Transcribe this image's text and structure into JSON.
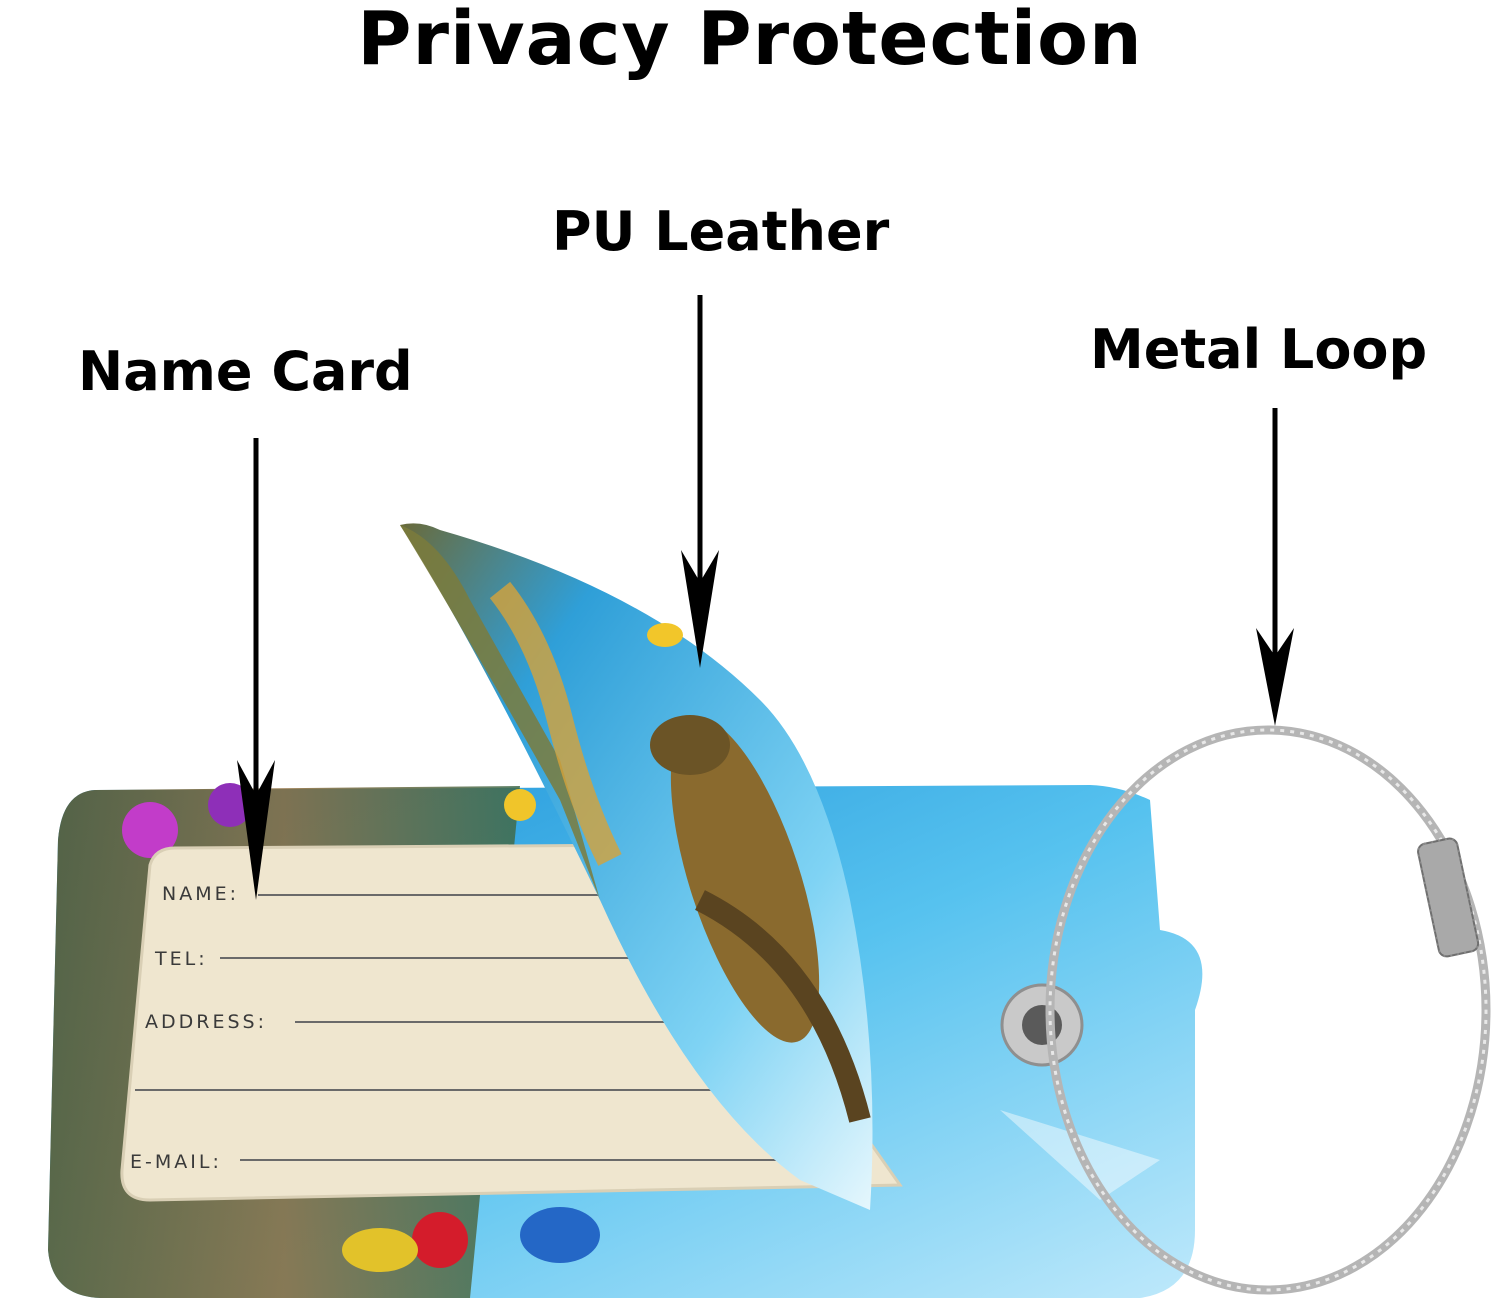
{
  "title": "Privacy Protection",
  "labels": {
    "name_card": "Name Card",
    "pu_leather": "PU Leather",
    "metal_loop": "Metal Loop"
  },
  "card_fields": {
    "name": "NAME:",
    "tel": "TEL:",
    "address": "ADDRESS:",
    "email": "E-MAIL:"
  },
  "colors": {
    "ocean": "#3ab4e6",
    "card": "#efe6cf",
    "text": "#000000"
  }
}
